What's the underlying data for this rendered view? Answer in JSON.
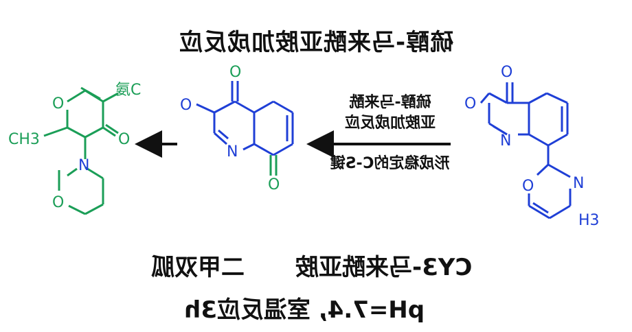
{
  "title": "硫醇-马来酰亚胺加成反应",
  "conditions": {
    "line1": "硫醇-马来酰",
    "line2": "亚胺加成反应",
    "line3": "形成稳定的C-S键"
  },
  "bottom": {
    "reagent_left": "CY3-马来酰亚胺",
    "reagent_right": "二甲双胍",
    "conditions": "pH=7.4, 室温反应3h"
  },
  "labels": {
    "O": "O",
    "N": "N",
    "H3": "H3",
    "CH3": "CH3",
    "amine": "氨C"
  },
  "colors": {
    "blue": "#1f3fd6",
    "green": "#1b9e57",
    "black": "#111111"
  }
}
